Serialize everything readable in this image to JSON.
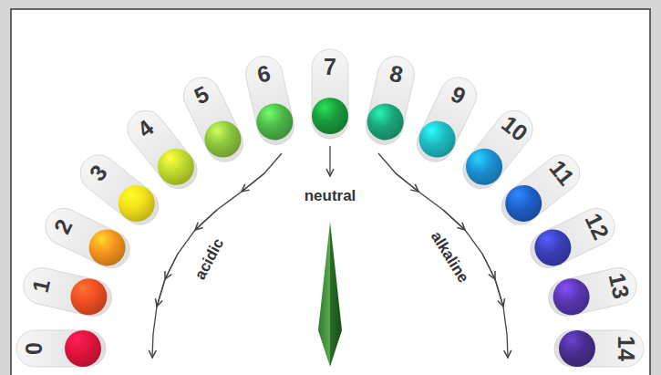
{
  "diagram": {
    "nodes": [
      {
        "text": [
          "0"
        ]
      },
      {
        "text": [
          "1"
        ]
      },
      {
        "text": [
          "2"
        ]
      },
      {
        "text": [
          "3"
        ]
      },
      {
        "text": [
          "4"
        ]
      },
      {
        "text": [
          "5"
        ]
      },
      {
        "text": [
          "6"
        ]
      },
      {
        "text": [
          "7"
        ]
      },
      {
        "text": [
          "8"
        ]
      },
      {
        "text": [
          "9"
        ]
      },
      {
        "text": [
          "10"
        ]
      },
      {
        "text": [
          "11"
        ]
      },
      {
        "text": [
          "12"
        ]
      },
      {
        "text": [
          "13"
        ]
      },
      {
        "text": [
          "14"
        ]
      }
    ],
    "labels": [
      "neutral",
      "acidic",
      "alkaline"
    ]
  }
}
